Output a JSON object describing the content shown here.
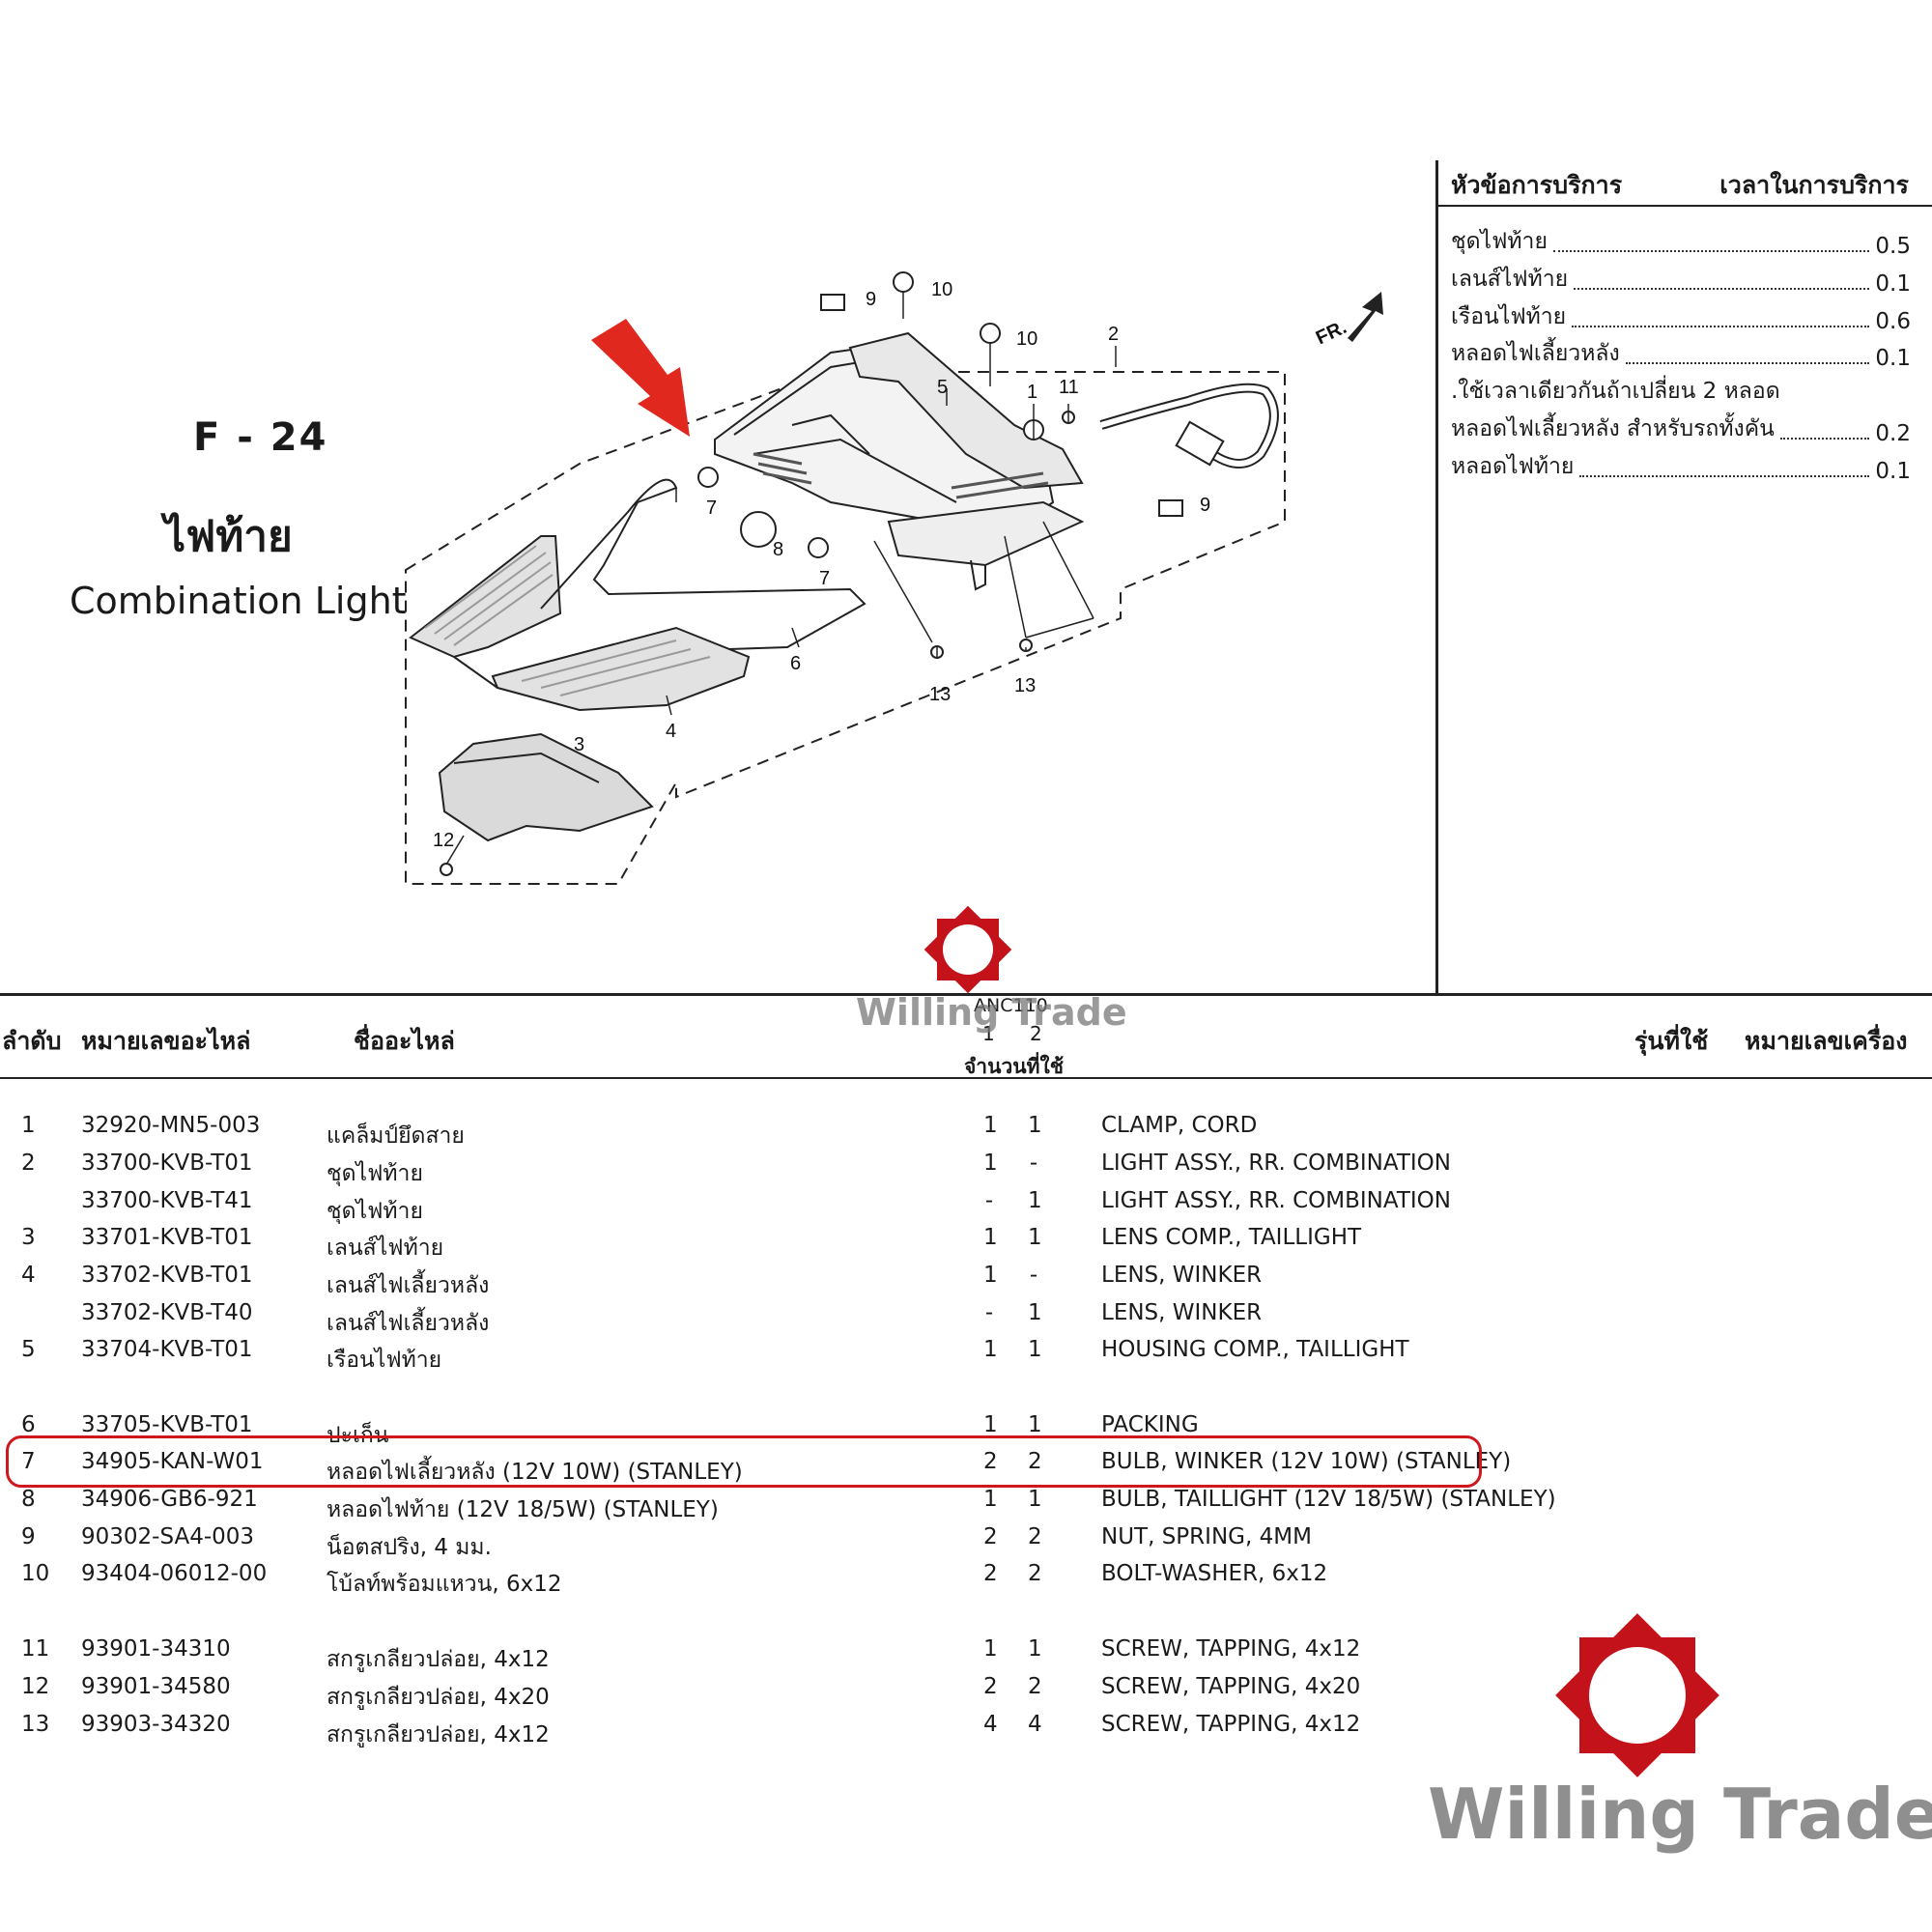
{
  "figure": {
    "code": "F - 24",
    "title_th": "ไฟท้าย",
    "title_en": "Combination Light"
  },
  "diagram": {
    "direction_label": "FR.",
    "callouts": [
      "1",
      "2",
      "3",
      "4",
      "5",
      "6",
      "7",
      "7",
      "8",
      "9",
      "9",
      "10",
      "10",
      "11",
      "12",
      "13",
      "13"
    ]
  },
  "service": {
    "header_topic": "หัวข้อการบริการ",
    "header_time": "เวลาในการบริการ",
    "rows": [
      {
        "label": "ชุดไฟท้าย",
        "value": "0.5"
      },
      {
        "label": "เลนส์ไฟท้าย",
        "value": "0.1"
      },
      {
        "label": "เรือนไฟท้าย",
        "value": "0.6"
      },
      {
        "label": "หลอดไฟเลี้ยวหลัง",
        "value": "0.1"
      },
      {
        "label": ".ใช้เวลาเดียวกันถ้าเปลี่ยน 2 หลอด",
        "value": ""
      },
      {
        "label": "หลอดไฟเลี้ยวหลัง สำหรับรถทั้งคัน",
        "value": "0.2"
      },
      {
        "label": "หลอดไฟท้าย",
        "value": "0.1"
      }
    ]
  },
  "table": {
    "headers": {
      "no": "ลำดับ",
      "part_no": "หมายเลขอะไหล่",
      "name": "ชื่ออะไหล่",
      "model": "ANC110",
      "col1": "1",
      "col2": "2",
      "qty": "จำนวนที่ใช้",
      "used_model": "รุ่นที่ใช้",
      "engine_no": "หมายเลขเครื่อง"
    },
    "rows": [
      {
        "no": "1",
        "part_no": "32920-MN5-003",
        "name_th": "แคล็มป์ยึดสาย",
        "q1": "1",
        "q2": "1",
        "name_en": "CLAMP, CORD"
      },
      {
        "no": "2",
        "part_no": "33700-KVB-T01",
        "name_th": "ชุดไฟท้าย",
        "q1": "1",
        "q2": "-",
        "name_en": "LIGHT ASSY., RR. COMBINATION"
      },
      {
        "no": "",
        "part_no": "33700-KVB-T41",
        "name_th": "ชุดไฟท้าย",
        "q1": "-",
        "q2": "1",
        "name_en": "LIGHT ASSY., RR. COMBINATION"
      },
      {
        "no": "3",
        "part_no": "33701-KVB-T01",
        "name_th": "เลนส์ไฟท้าย",
        "q1": "1",
        "q2": "1",
        "name_en": "LENS COMP., TAILLIGHT"
      },
      {
        "no": "4",
        "part_no": "33702-KVB-T01",
        "name_th": "เลนส์ไฟเลี้ยวหลัง",
        "q1": "1",
        "q2": "-",
        "name_en": "LENS, WINKER"
      },
      {
        "no": "",
        "part_no": "33702-KVB-T40",
        "name_th": "เลนส์ไฟเลี้ยวหลัง",
        "q1": "-",
        "q2": "1",
        "name_en": "LENS, WINKER"
      },
      {
        "no": "5",
        "part_no": "33704-KVB-T01",
        "name_th": "เรือนไฟท้าย",
        "q1": "1",
        "q2": "1",
        "name_en": "HOUSING COMP., TAILLIGHT"
      },
      {
        "no": "6",
        "part_no": "33705-KVB-T01",
        "name_th": "ปะเก็น",
        "q1": "1",
        "q2": "1",
        "name_en": "PACKING"
      },
      {
        "no": "7",
        "part_no": "34905-KAN-W01",
        "name_th": "หลอดไฟเลี้ยวหลัง (12V 10W) (STANLEY)",
        "q1": "2",
        "q2": "2",
        "name_en": "BULB, WINKER (12V 10W) (STANLEY)"
      },
      {
        "no": "8",
        "part_no": "34906-GB6-921",
        "name_th": "หลอดไฟท้าย (12V 18/5W) (STANLEY)",
        "q1": "1",
        "q2": "1",
        "name_en": "BULB, TAILLIGHT (12V 18/5W) (STANLEY)"
      },
      {
        "no": "9",
        "part_no": "90302-SA4-003",
        "name_th": "น็อตสปริง, 4 มม.",
        "q1": "2",
        "q2": "2",
        "name_en": "NUT, SPRING, 4MM"
      },
      {
        "no": "10",
        "part_no": "93404-06012-00",
        "name_th": "โบ้ลท์พร้อมแหวน, 6x12",
        "q1": "2",
        "q2": "2",
        "name_en": "BOLT-WASHER, 6x12"
      },
      {
        "no": "11",
        "part_no": "93901-34310",
        "name_th": "สกรูเกลียวปล่อย, 4x12",
        "q1": "1",
        "q2": "1",
        "name_en": "SCREW, TAPPING, 4x12"
      },
      {
        "no": "12",
        "part_no": "93901-34580",
        "name_th": "สกรูเกลียวปล่อย, 4x20",
        "q1": "2",
        "q2": "2",
        "name_en": "SCREW, TAPPING, 4x20"
      },
      {
        "no": "13",
        "part_no": "93903-34320",
        "name_th": "สกรูเกลียวปล่อย, 4x12",
        "q1": "4",
        "q2": "4",
        "name_en": "SCREW, TAPPING, 4x12"
      }
    ],
    "highlighted_row_no": "7"
  },
  "watermark": {
    "text": "Willing Trade",
    "brand_color": "#c4121a",
    "arrow_color": "#e0281e"
  }
}
